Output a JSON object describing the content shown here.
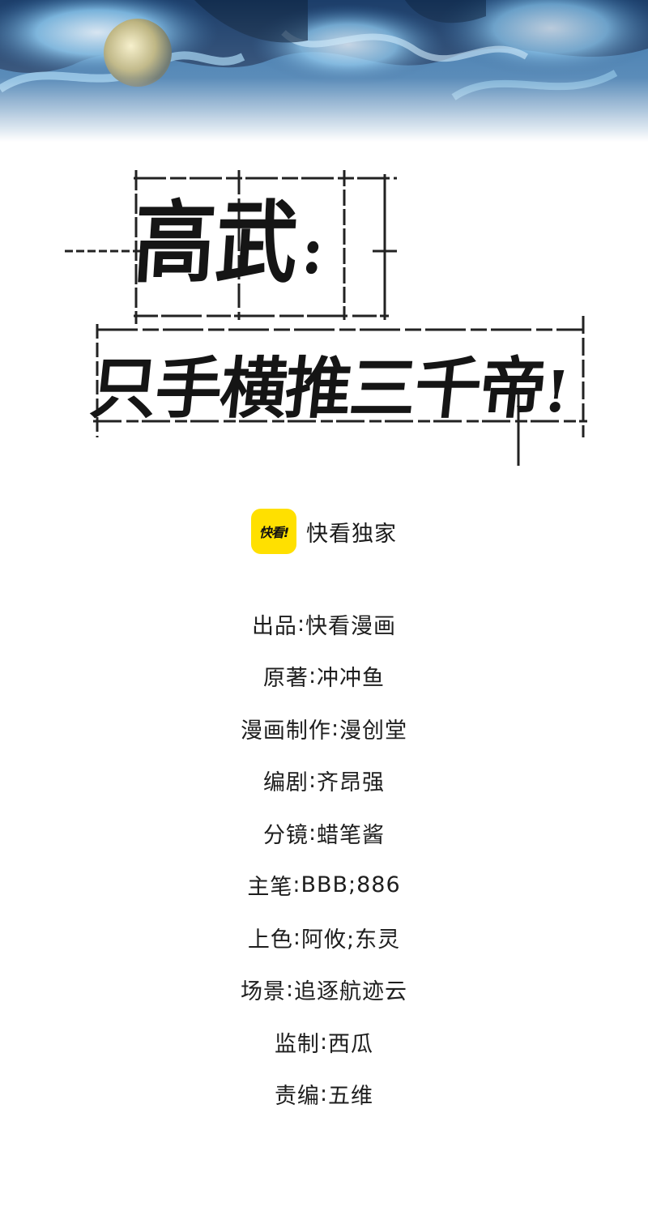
{
  "banner": {
    "icon": "fantasy-artwork-banner",
    "colors": [
      "#8fc7ea",
      "#3d7fb8",
      "#1b3d68",
      "#d7e9f6",
      "#ffffff"
    ]
  },
  "title": {
    "line1": "高武",
    "line1_punct": ":",
    "line2": "只手横推三千帝",
    "line2_punct": "!"
  },
  "exclusive": {
    "logo_text": "快看!",
    "logo_color": "#ffe000",
    "text": "快看独家"
  },
  "credits": [
    {
      "label": "出品",
      "sep": ":",
      "value": "快看漫画"
    },
    {
      "label": "原著",
      "sep": ":",
      "value": "冲冲鱼"
    },
    {
      "label": "漫画制作",
      "sep": ":",
      "value": "漫创堂"
    },
    {
      "label": "编剧",
      "sep": ":",
      "value": "齐昂强"
    },
    {
      "label": "分镜",
      "sep": ":",
      "value": "蜡笔酱"
    },
    {
      "label": "主笔",
      "sep": ":",
      "value": "BBB;886"
    },
    {
      "label": "上色",
      "sep": ":",
      "value": "阿攸;东灵"
    },
    {
      "label": "场景",
      "sep": ":",
      "value": "追逐航迹云"
    },
    {
      "label": "监制",
      "sep": ":",
      "value": "西瓜"
    },
    {
      "label": "责编",
      "sep": ":",
      "value": "五维"
    }
  ]
}
